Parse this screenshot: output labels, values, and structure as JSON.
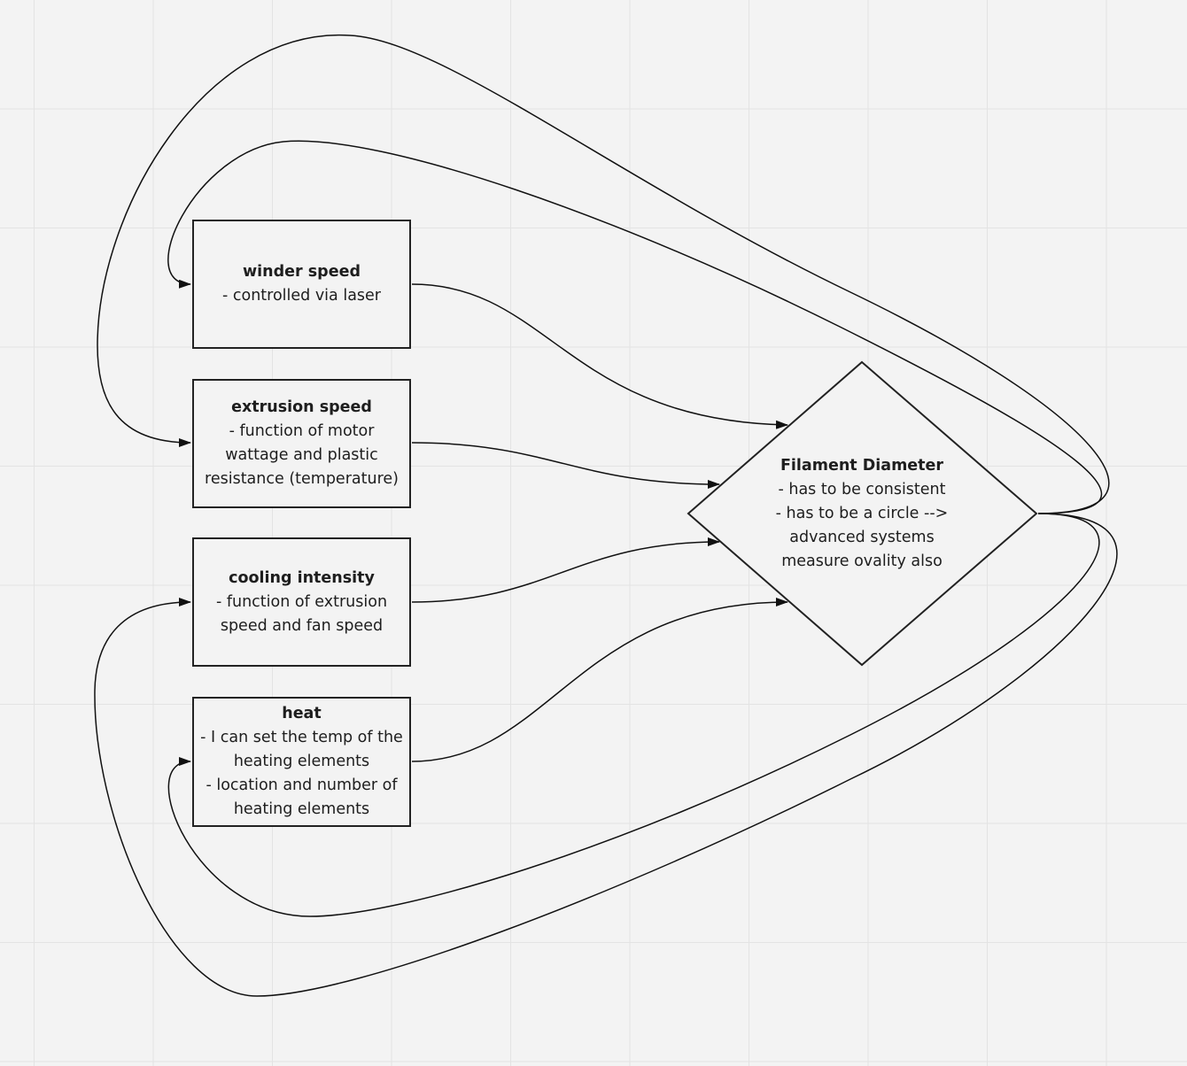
{
  "nodes": {
    "winder": {
      "title": "winder speed",
      "lines": [
        "- controlled via laser"
      ]
    },
    "extrusion": {
      "title": "extrusion speed",
      "lines": [
        "- function of motor",
        "wattage and plastic",
        "resistance (temperature)"
      ]
    },
    "cooling": {
      "title": "cooling intensity",
      "lines": [
        "- function of extrusion",
        "speed and fan speed"
      ]
    },
    "heat": {
      "title": "heat",
      "lines": [
        "- I can set the temp of the",
        "heating elements",
        "- location and number of",
        "heating elements"
      ]
    },
    "diameter": {
      "title": "Filament Diameter",
      "lines": [
        "- has to be consistent",
        "- has to be a circle -->",
        "advanced systems",
        "measure ovality also"
      ]
    }
  },
  "edges": [
    {
      "from": "winder speed",
      "to": "Filament Diameter"
    },
    {
      "from": "extrusion speed",
      "to": "Filament Diameter"
    },
    {
      "from": "cooling intensity",
      "to": "Filament Diameter"
    },
    {
      "from": "heat",
      "to": "Filament Diameter"
    },
    {
      "from": "Filament Diameter",
      "to": "winder speed"
    },
    {
      "from": "Filament Diameter",
      "to": "extrusion speed"
    },
    {
      "from": "Filament Diameter",
      "to": "cooling intensity"
    },
    {
      "from": "Filament Diameter",
      "to": "heat"
    }
  ],
  "colors": {
    "background": "#f3f3f3",
    "grid": "#e3e3e3",
    "stroke": "#222222",
    "text": "#1e1e1e"
  }
}
